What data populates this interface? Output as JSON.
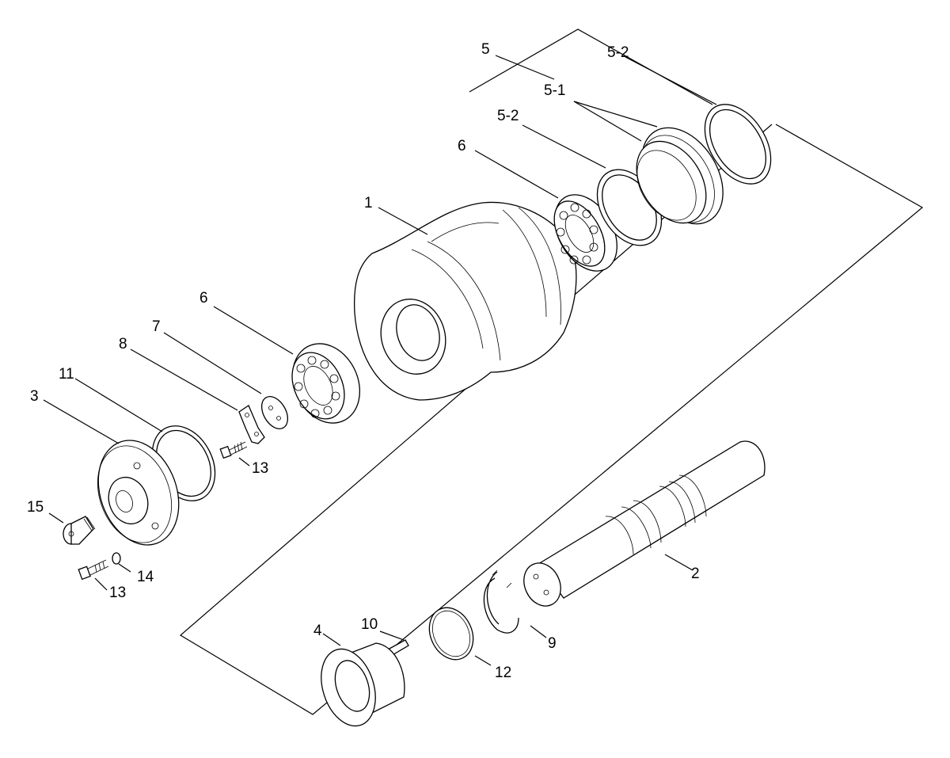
{
  "labels": {
    "l1": "1",
    "l2": "2",
    "l3": "3",
    "l4": "4",
    "l5": "5",
    "l5_1": "5-1",
    "l5_2a": "5-2",
    "l5_2b": "5-2",
    "l6a": "6",
    "l6b": "6",
    "l7": "7",
    "l8": "8",
    "l9": "9",
    "l10": "10",
    "l11": "11",
    "l12": "12",
    "l13a": "13",
    "l13b": "13",
    "l14": "14",
    "l15": "15"
  }
}
